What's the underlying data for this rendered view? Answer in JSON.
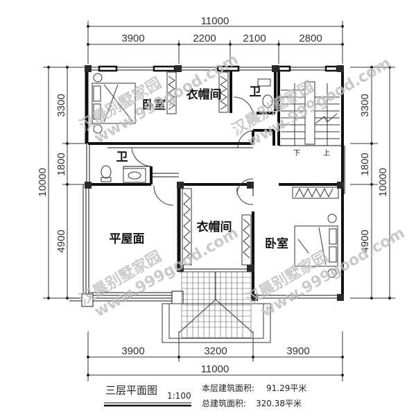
{
  "drawing": {
    "title": "三层平面图",
    "scale": "1:100",
    "floor_area_label": "本层建筑面积:",
    "floor_area_value": "91.29平米",
    "total_area_label": "总建筑面积:",
    "total_area_value": "320.38平米"
  },
  "dimensions": {
    "top_total": "11000",
    "top_segments": [
      "3900",
      "2200",
      "2100",
      "2800"
    ],
    "bottom_segments": [
      "3900",
      "3200",
      "3900"
    ],
    "bottom_total": "11000",
    "left_segments": [
      "3300",
      "1800",
      "4900"
    ],
    "left_total": "10000",
    "right_segments": [
      "3300",
      "1800",
      "4900"
    ],
    "right_total": "10000"
  },
  "rooms": {
    "bedroom_north": "卧室",
    "closet_north": "衣帽间",
    "bath_north": "卫",
    "bath_west": "卫",
    "flat_roof": "平屋面",
    "closet_south": "衣帽间",
    "bedroom_south": "卧室",
    "stair_down": "下",
    "stair_up": "上"
  },
  "watermark": {
    "line1": "汉晨别墅家园",
    "line2": "www.999good.com"
  },
  "colors": {
    "wall": "#111111",
    "column": "#2a2a2a",
    "line": "#333333",
    "watermark": "#bdbdbd"
  }
}
